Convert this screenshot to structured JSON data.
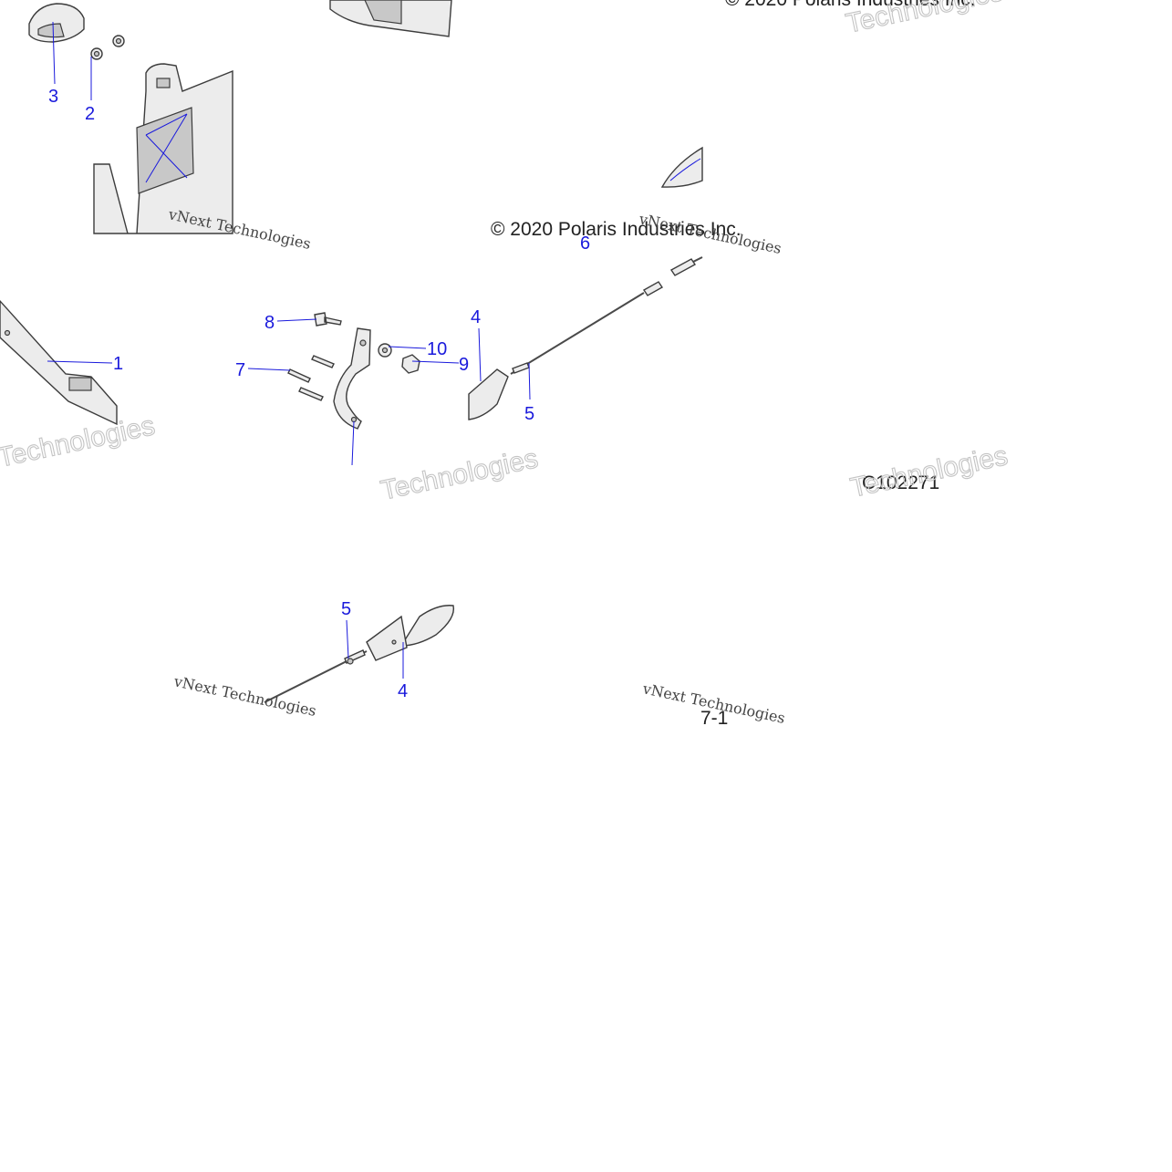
{
  "copyright_text": "© 2020 Polaris Industries Inc.",
  "part_code": "C102271",
  "page_ref": "7-1",
  "watermark": {
    "brand": "vNext Technologies",
    "outline": "Technologies"
  },
  "callouts": [
    "1",
    "2",
    "3",
    "4",
    "5",
    "6",
    "7",
    "8",
    "9",
    "10"
  ],
  "colors": {
    "callout": "#1a1adc",
    "line_art": "#3c3c3c",
    "watermark": "#c4c4c4"
  }
}
